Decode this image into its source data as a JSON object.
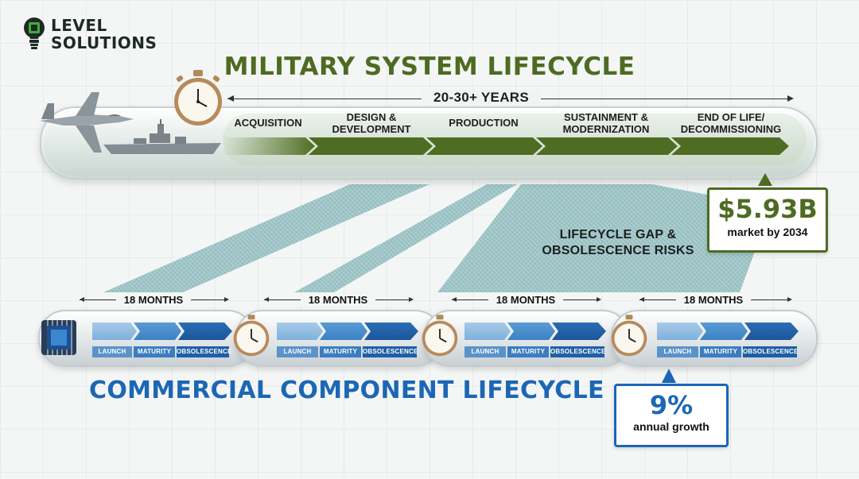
{
  "logo": {
    "line1": "LEVEL",
    "line2": "SOLUTIONS"
  },
  "military": {
    "title": "MILITARY SYSTEM LIFECYCLE",
    "span_label": "20-30+ YEARS",
    "phases": [
      "Acquisition",
      "Design & Development",
      "Production",
      "Sustainment & Modernization",
      "End of Life/ Decommissioning"
    ],
    "phase_lines": [
      [
        "ACQUISITION"
      ],
      [
        "DESIGN &",
        "DEVELOPMENT"
      ],
      [
        "PRODUCTION"
      ],
      [
        "SUSTAINMENT &",
        "MODERNIZATION"
      ],
      [
        "END OF LIFE/",
        "DECOMMISSIONING"
      ]
    ],
    "callout_value": "$5.93B",
    "callout_text": "market by 2034",
    "accent": "#4d6b21"
  },
  "gap_label_line1": "LIFECYCLE GAP &",
  "gap_label_line2": "OBSOLESCENCE RISKS",
  "commercial": {
    "title": "COMMERCIAL COMPONENT LIFECYCLE",
    "cycle_label": "18 MONTHS",
    "stages": [
      "LAUNCH",
      "MATURITY",
      "OBSOLESCENCE"
    ],
    "cycles": 4,
    "callout_value": "9%",
    "callout_text": "annual growth",
    "accent": "#1c67b5"
  },
  "icons": [
    "lightbulb-chip-icon",
    "fighter-jet-icon",
    "warship-icon",
    "stopwatch-icon",
    "microchip-icon"
  ]
}
